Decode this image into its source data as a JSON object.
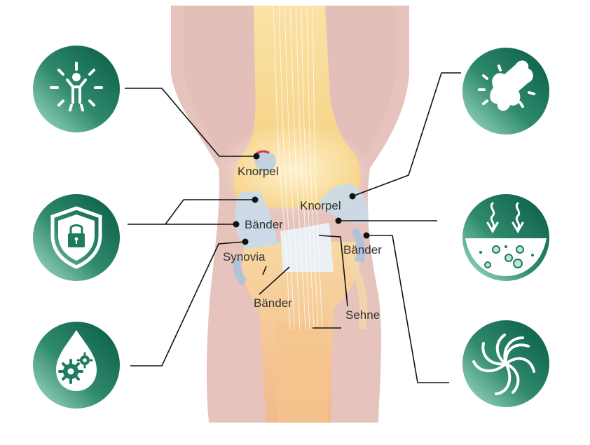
{
  "labels": {
    "knorpel_top": "Knorpel",
    "knorpel_right": "Knorpel",
    "baender_left": "Bänder",
    "baender_right": "Bänder",
    "baender_bottom": "Bänder",
    "synovia": "Synovia",
    "sehne": "Sehne"
  },
  "icons": {
    "left": [
      "happy-person-icon",
      "shield-lock-icon",
      "drop-gears-icon"
    ],
    "right": [
      "joint-pain-icon",
      "absorption-icon",
      "spiral-icon"
    ]
  },
  "colors": {
    "icon_dark": "#0b6b52",
    "icon_light": "#8fd3bf",
    "skin": "#e6c3bd",
    "bone": "#f9dd95",
    "ligament": "#c9dbe8",
    "leader": "#111111"
  }
}
